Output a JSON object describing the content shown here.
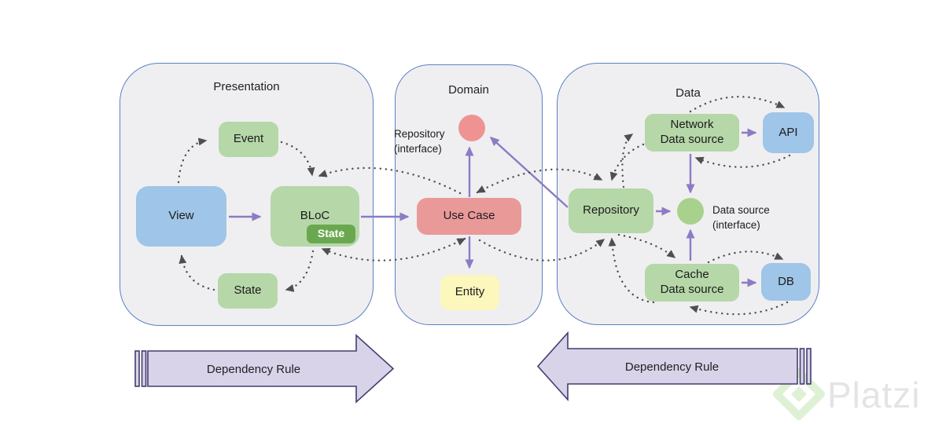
{
  "containers": {
    "presentation": {
      "title": "Presentation"
    },
    "domain": {
      "title": "Domain"
    },
    "data": {
      "title": "Data"
    }
  },
  "nodes": {
    "view": {
      "label": "View"
    },
    "event": {
      "label": "Event"
    },
    "bloc": {
      "label": "BLoC",
      "badge": "State"
    },
    "state": {
      "label": "State"
    },
    "repository_interface": {
      "line1": "Repository",
      "line2": "(interface)"
    },
    "use_case": {
      "label": "Use Case"
    },
    "entity": {
      "label": "Entity"
    },
    "repository": {
      "label": "Repository"
    },
    "network_data_source": {
      "line1": "Network",
      "line2": "Data source"
    },
    "api": {
      "label": "API"
    },
    "data_source_interface": {
      "line1": "Data source",
      "line2": "(interface)"
    },
    "cache_data_source": {
      "line1": "Cache",
      "line2": "Data source"
    },
    "db": {
      "label": "DB"
    }
  },
  "dependency_rule": {
    "left_label": "Dependency Rule",
    "right_label": "Dependency Rule"
  },
  "watermark": {
    "brand": "Platzi"
  },
  "colors": {
    "container_fill": "#efeff1",
    "container_border": "#5b80c6",
    "green_box": "#b6d7a8",
    "dark_green_badge": "#6aa84f",
    "blue_box": "#9fc5e8",
    "red_box": "#ea9999",
    "yellow_box": "#fbf7bd",
    "red_circle": "#ee9392",
    "green_circle": "#a8d18d",
    "solid_arrow_purple": "#8d7bc4",
    "dotted_arrow_gray": "#4f4f4f",
    "dependency_arrow_fill": "#d9d3e9",
    "dependency_arrow_border": "#443d6e",
    "watermark_green": "#d7eecb",
    "watermark_text_gray": "#e4e4e4"
  }
}
